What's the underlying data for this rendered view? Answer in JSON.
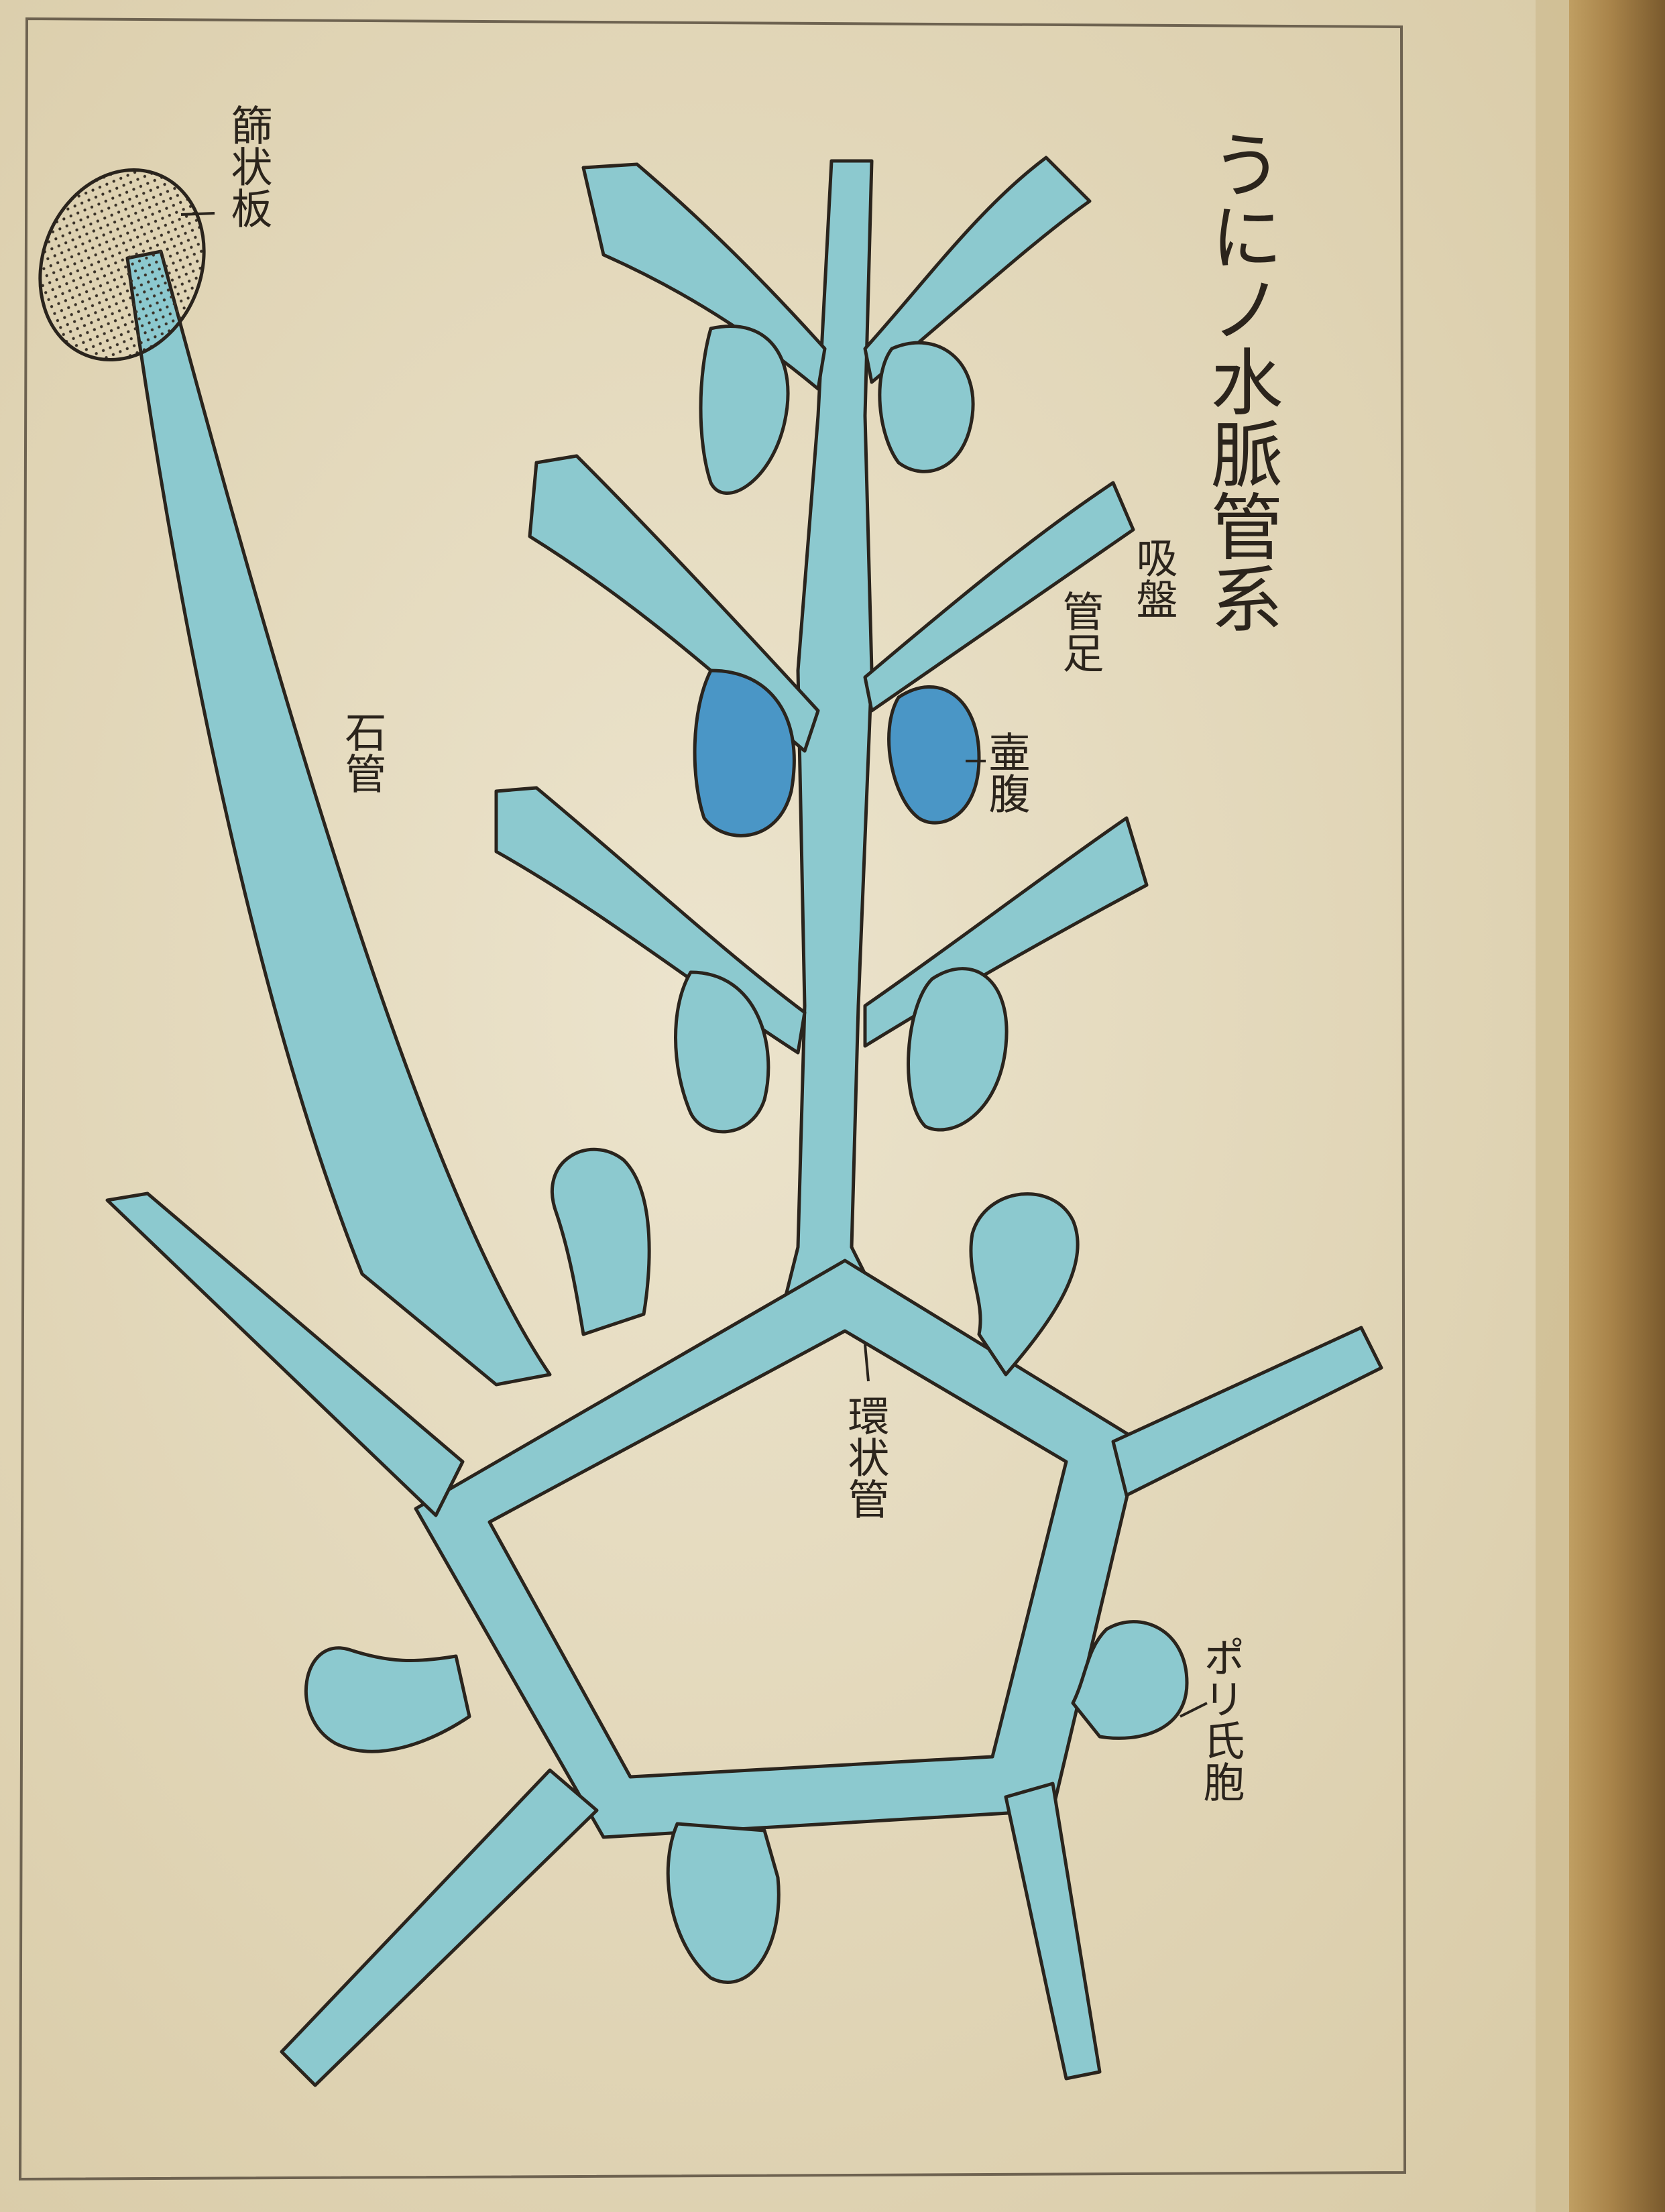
{
  "title": "うにノ水脈管系",
  "labels": {
    "madreporite": "篩状板",
    "stone_canal": "石管",
    "sucker": "吸盤",
    "tube_foot": "管足",
    "ampulla": "壷腹",
    "ring_canal": "環状管",
    "polian_vesicle": "ポリ氏胞"
  },
  "colors": {
    "paper": "#e8dfc6",
    "canal_fill": "#8cc9cf",
    "canal_dark": "#4a96c6",
    "ink": "#2a241d",
    "binding": "#b08a4e"
  }
}
